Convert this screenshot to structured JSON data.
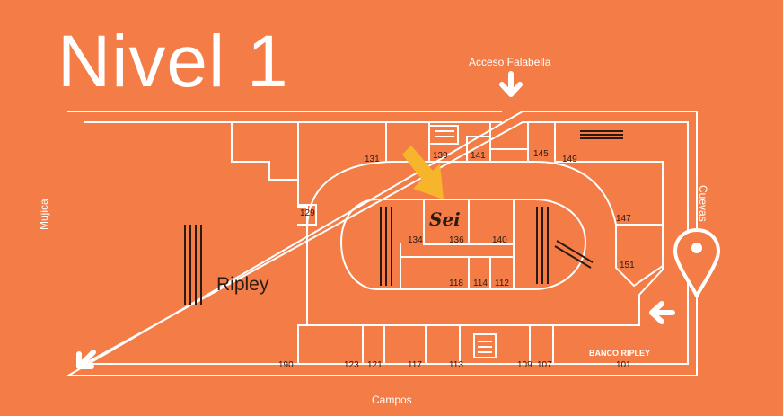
{
  "map": {
    "title": "Nivel 1",
    "streets": {
      "top": "Acceso Falabella",
      "bottom": "Campos",
      "left": "Mujica",
      "right": "Cuevas"
    },
    "anchor_store": "Ripley",
    "bank": "BANCO RIPLEY",
    "logo": "Sei",
    "units": {
      "u131": "131",
      "u139": "139",
      "u141": "141",
      "u145": "145",
      "u149": "149",
      "u129": "129",
      "u147": "147",
      "u151": "151",
      "u134": "134",
      "u136": "136",
      "u140": "140",
      "u118": "118",
      "u114": "114",
      "u112": "112",
      "u190": "190",
      "u123": "123",
      "u121": "121",
      "u117": "117",
      "u113": "113",
      "u109": "109",
      "u107": "107",
      "u101": "101"
    },
    "highlighted_store": "136",
    "icons": [
      "down-arrow-icon",
      "left-arrow-icon",
      "diagonal-arrow-icon",
      "location-pin-icon",
      "highlight-arrow-icon",
      "escalator-icon",
      "stairs-icon"
    ],
    "colors": {
      "background": "#F47C46",
      "lines": "#FFFFFF",
      "highlight": "#F7B52C",
      "text": "#2B1A12"
    }
  }
}
